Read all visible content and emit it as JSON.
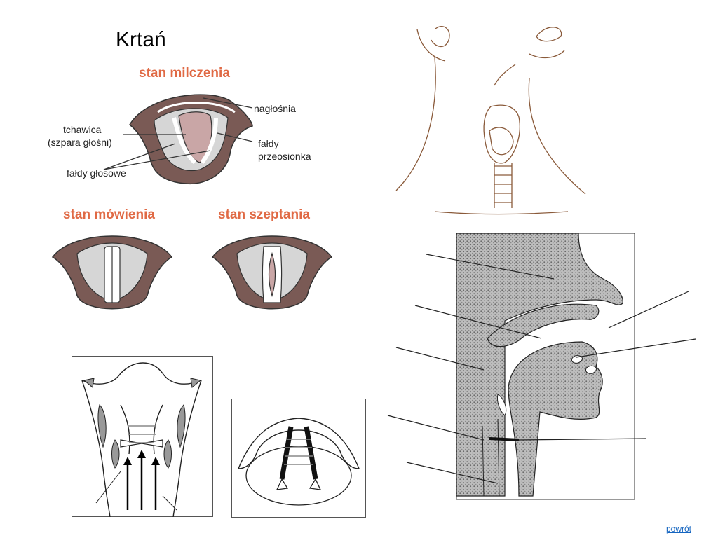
{
  "title": "Krtań",
  "states": {
    "silence": "stan milczenia",
    "speaking": "stan mówienia",
    "whispering": "stan szeptania"
  },
  "labels": {
    "epiglottis": "nagłośnia",
    "trachea_line1": "tchawica",
    "trachea_line2": "(szpara głośni)",
    "vestibular_line1": "fałdy",
    "vestibular_line2": "przeosionka",
    "vocal_folds": "fałdy głosowe"
  },
  "nav": {
    "back": "powrót"
  },
  "colors": {
    "tissue": "#7a5a55",
    "membrane": "#d6d6d6",
    "glottis": "#c9a6a6",
    "title_accent": "#e06a45",
    "sketch": "#8a5a3a",
    "link": "#1565c0"
  }
}
